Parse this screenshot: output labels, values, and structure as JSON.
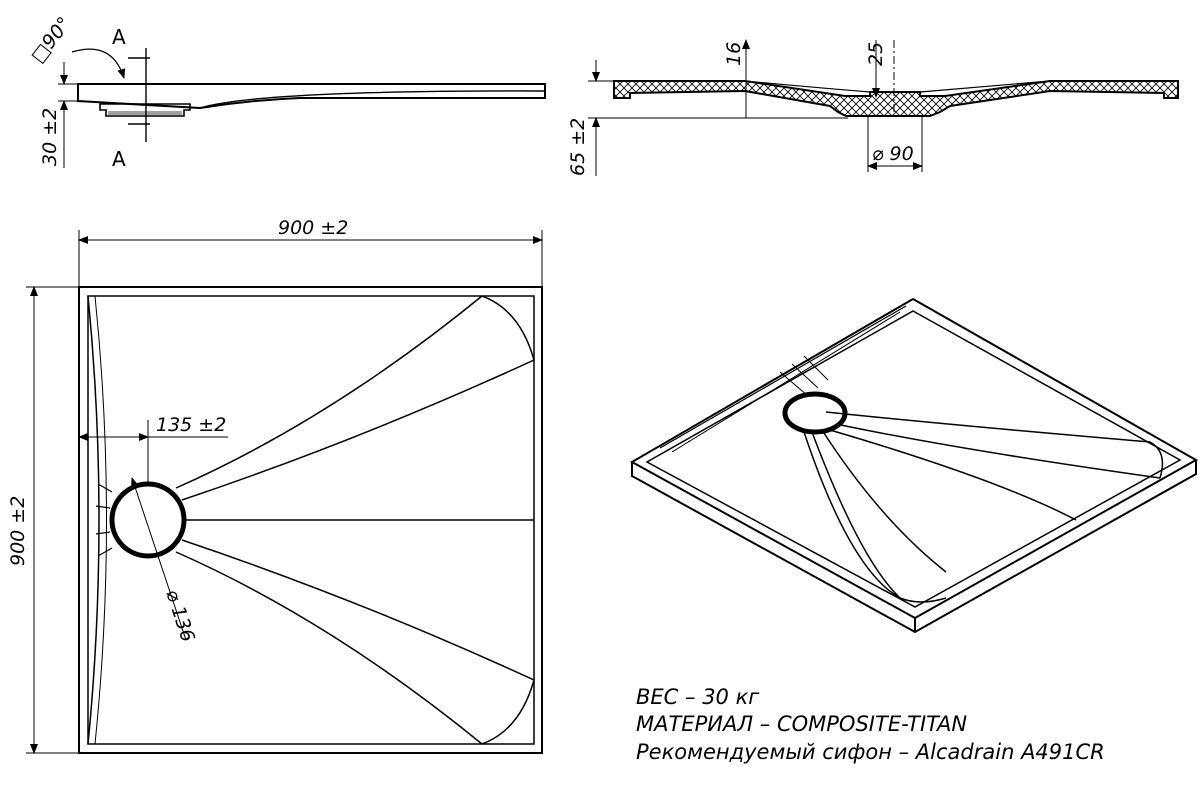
{
  "side_view": {
    "angle_label": "□90°",
    "section_mark_top": "A",
    "section_mark_bottom": "A",
    "height_dim": "30 ±2"
  },
  "section_view": {
    "dim_16": "16",
    "dim_25": "25",
    "dim_total_height": "65 ±2",
    "dim_drain": "⌀ 90"
  },
  "plan_view": {
    "width_dim": "900 ±2",
    "height_dim": "900 ±2",
    "drain_offset_dim": "135 ±2",
    "drain_diameter_dim": "⌀ 136"
  },
  "notes": {
    "weight": "ВЕС – 30 кг",
    "material": "МАТЕРИАЛ – COMPOSITE-TITAN",
    "siphon": "Рекомендуемый сифон – Alcadrain A491CR"
  },
  "colors": {
    "line": "#000000",
    "background": "#ffffff"
  }
}
